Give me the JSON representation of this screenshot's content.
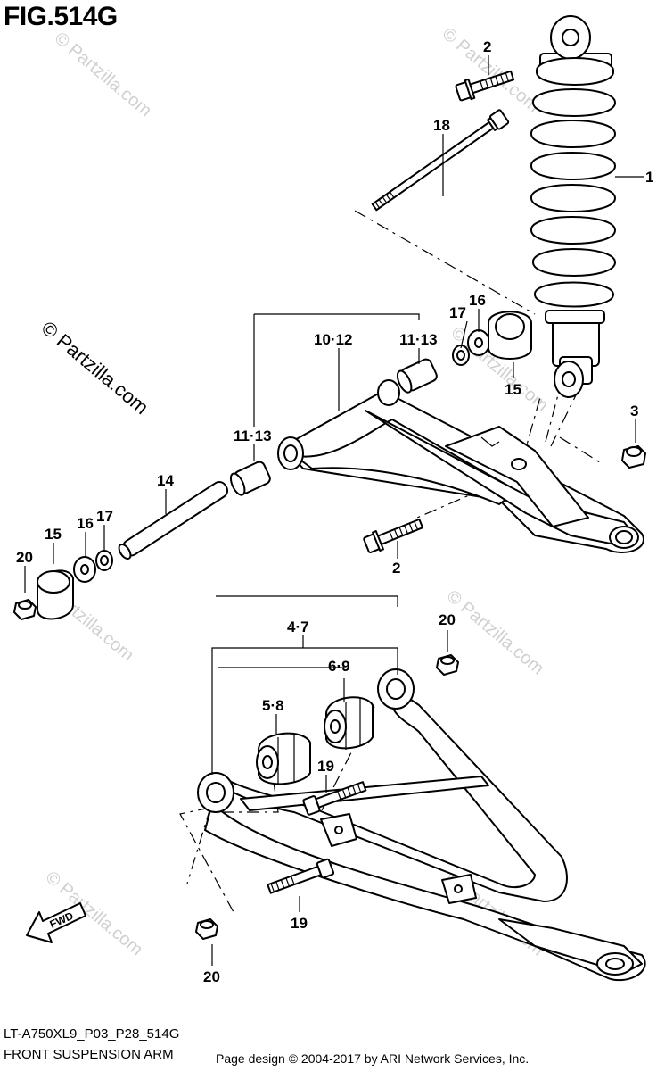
{
  "figure": {
    "title": "FIG.514G",
    "code": "LT-A750XL9_P03_P28_514G",
    "name": "FRONT SUSPENSION ARM",
    "credit": "Page design © 2004-2017 by ARI Network Services, Inc."
  },
  "watermark": {
    "text": "© Partzilla.com",
    "color": "#d0d0d0"
  },
  "fwd_arrow": {
    "label": "FWD"
  },
  "callouts": {
    "c1": "1",
    "c2_top": "2",
    "c2_bottom": "2",
    "c3": "3",
    "c4_7": "4·7",
    "c5_8": "5·8",
    "c6_9": "6·9",
    "c10_12": "10·12",
    "c11_13_a": "11·13",
    "c11_13_b": "11·13",
    "c14": "14",
    "c15_left": "15",
    "c15_right": "15",
    "c16_left": "16",
    "c16_right": "16",
    "c17_left": "17",
    "c17_right": "17",
    "c18": "18",
    "c19_a": "19",
    "c19_b": "19",
    "c20_left": "20",
    "c20_right": "20",
    "c20_bottom": "20"
  }
}
